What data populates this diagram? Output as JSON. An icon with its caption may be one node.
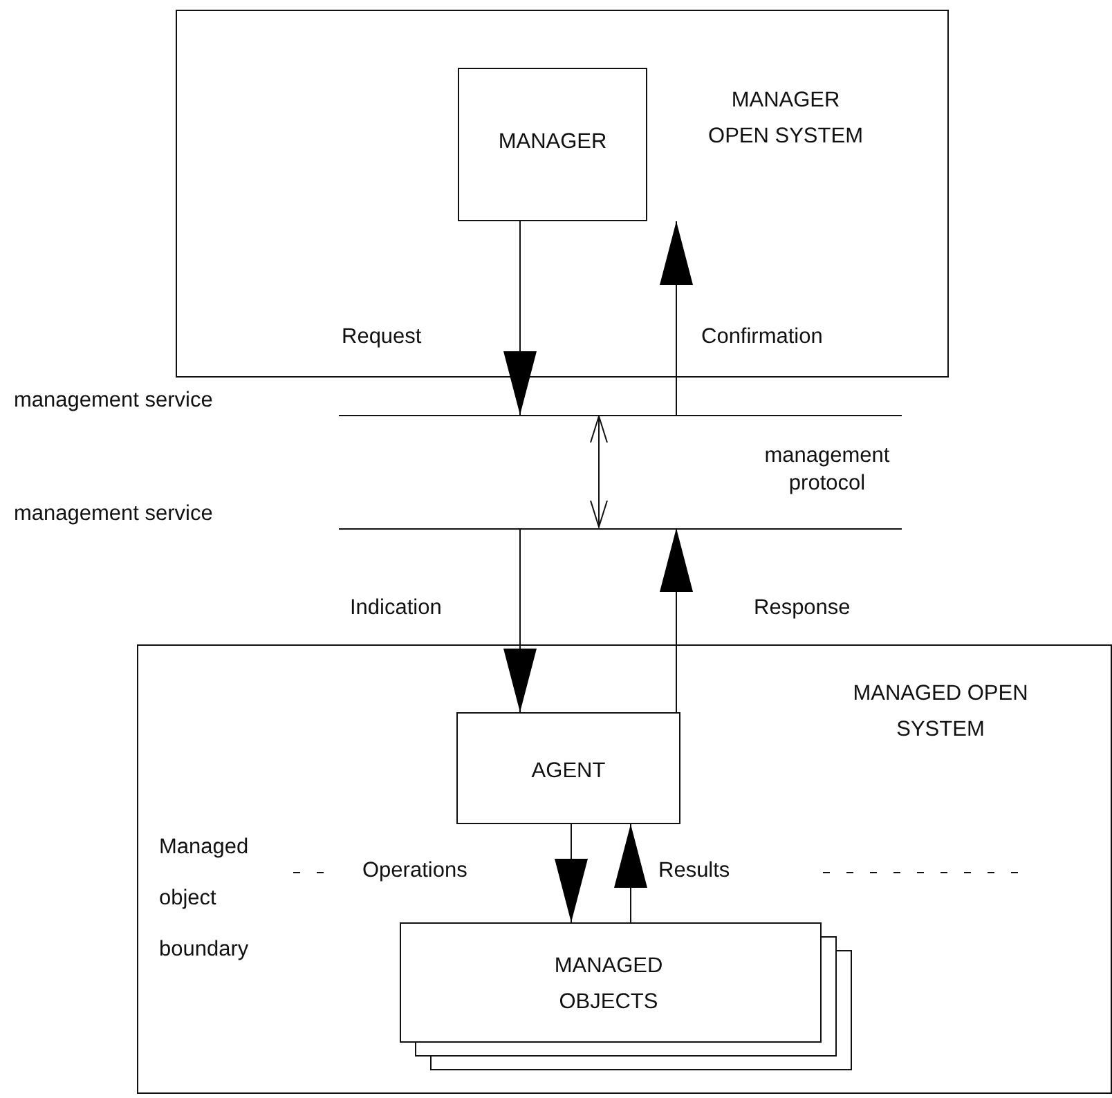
{
  "diagram": {
    "nodes": [
      {
        "text": [
          "MANAGER OPEN SYSTEM"
        ]
      },
      {
        "text": [
          "MANAGER"
        ],
        "in": 0
      },
      {
        "text": [
          "management service"
        ]
      },
      {
        "text": [
          "management service"
        ]
      },
      {
        "text": [
          "MANAGED OPEN SYSTEM"
        ]
      },
      {
        "text": [
          "AGENT"
        ],
        "in": 4
      },
      {
        "text": [
          "MANAGED OBJECTS"
        ],
        "in": 4
      }
    ],
    "edges": [
      {
        "from": 1,
        "to": 2,
        "arrow": "to",
        "label": "Request"
      },
      {
        "from": 2,
        "to": 1,
        "arrow": "to",
        "label": "Confirmation"
      },
      {
        "from": 2,
        "to": 3,
        "arrow": "both"
      },
      {
        "from": 3,
        "to": 5,
        "arrow": "to",
        "label": "Indication"
      },
      {
        "from": 5,
        "to": 3,
        "arrow": "to",
        "label": "Response"
      },
      {
        "from": 5,
        "to": 6,
        "arrow": "to",
        "label": "Operations"
      },
      {
        "from": 6,
        "to": 5,
        "arrow": "to",
        "label": "Results"
      }
    ],
    "labels": [
      "management protocol",
      "Managed object boundary"
    ]
  }
}
